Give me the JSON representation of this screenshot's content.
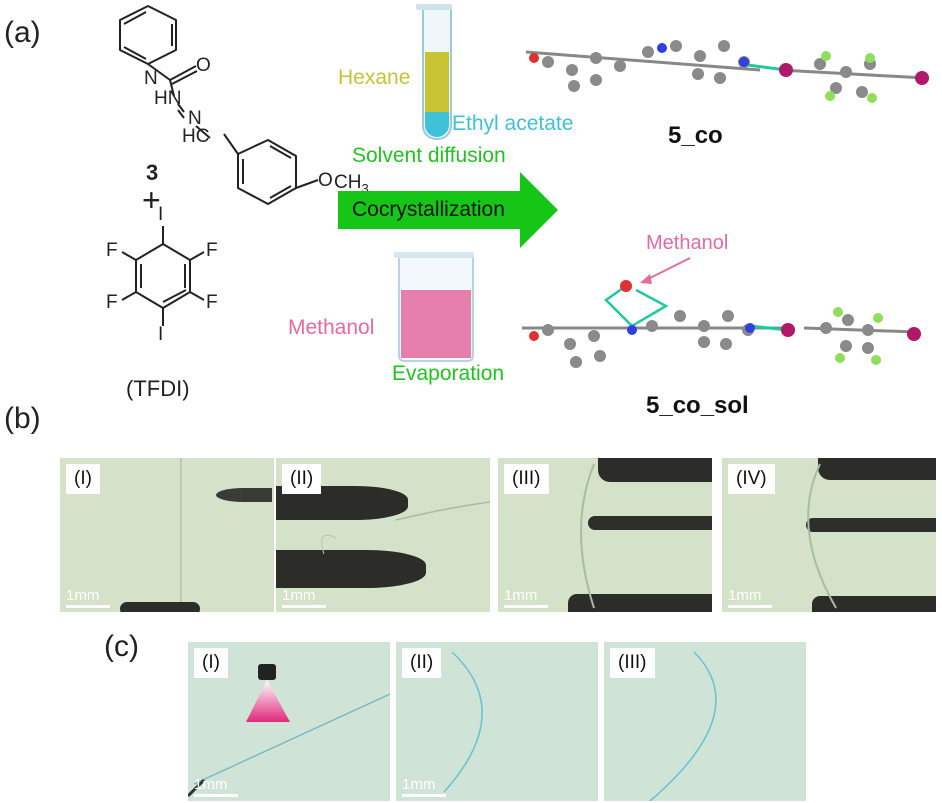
{
  "panels": {
    "a": "(a)",
    "b": "(b)",
    "c": "(c)"
  },
  "compound_number": "3",
  "chem": {
    "o": "O",
    "hn": "HN",
    "n": "N",
    "hc": "HC",
    "och3": "O",
    "ch3": "CH",
    "ch3_sub": "3",
    "plus": "+",
    "i_top": "I",
    "i_bottom": "I",
    "f": "F",
    "tfdi": "(TFDI)"
  },
  "solvents": {
    "hexane": "Hexane",
    "ethyl_acetate": "Ethyl acetate",
    "solvent_diffusion": "Solvent diffusion",
    "methanol": "Methanol",
    "evaporation": "Evaporation"
  },
  "arrow_label": "Cocrystallization",
  "products": {
    "co": "5_co",
    "co_sol": "5_co_sol",
    "methanol_callout": "Methanol"
  },
  "photos_b": [
    "(I)",
    "(II)",
    "(III)",
    "(IV)"
  ],
  "photos_c": [
    "(I)",
    "(II)",
    "(III)"
  ],
  "scale_label": "1mm",
  "colors": {
    "arrow": "#16c616",
    "hexane": "#c8c332",
    "ethyl_acetate": "#3fc1d9",
    "green_text": "#1fc41f",
    "methanol": "#e56aa0",
    "photo_bg": "#d3e2c8"
  }
}
